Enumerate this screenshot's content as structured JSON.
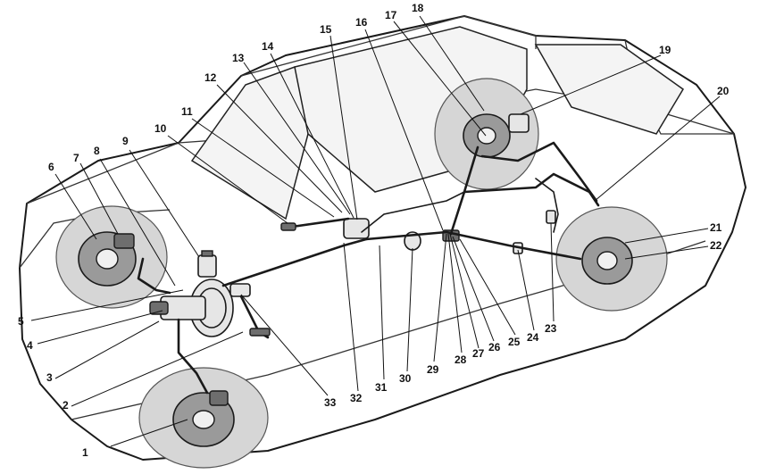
{
  "callouts": [
    "1",
    "2",
    "3",
    "4",
    "5",
    "6",
    "7",
    "8",
    "9",
    "10",
    "11",
    "12",
    "13",
    "14",
    "15",
    "16",
    "17",
    "18",
    "19",
    "20",
    "21",
    "22",
    "23",
    "24",
    "25",
    "26",
    "27",
    "28",
    "29",
    "30",
    "31",
    "32",
    "33"
  ]
}
